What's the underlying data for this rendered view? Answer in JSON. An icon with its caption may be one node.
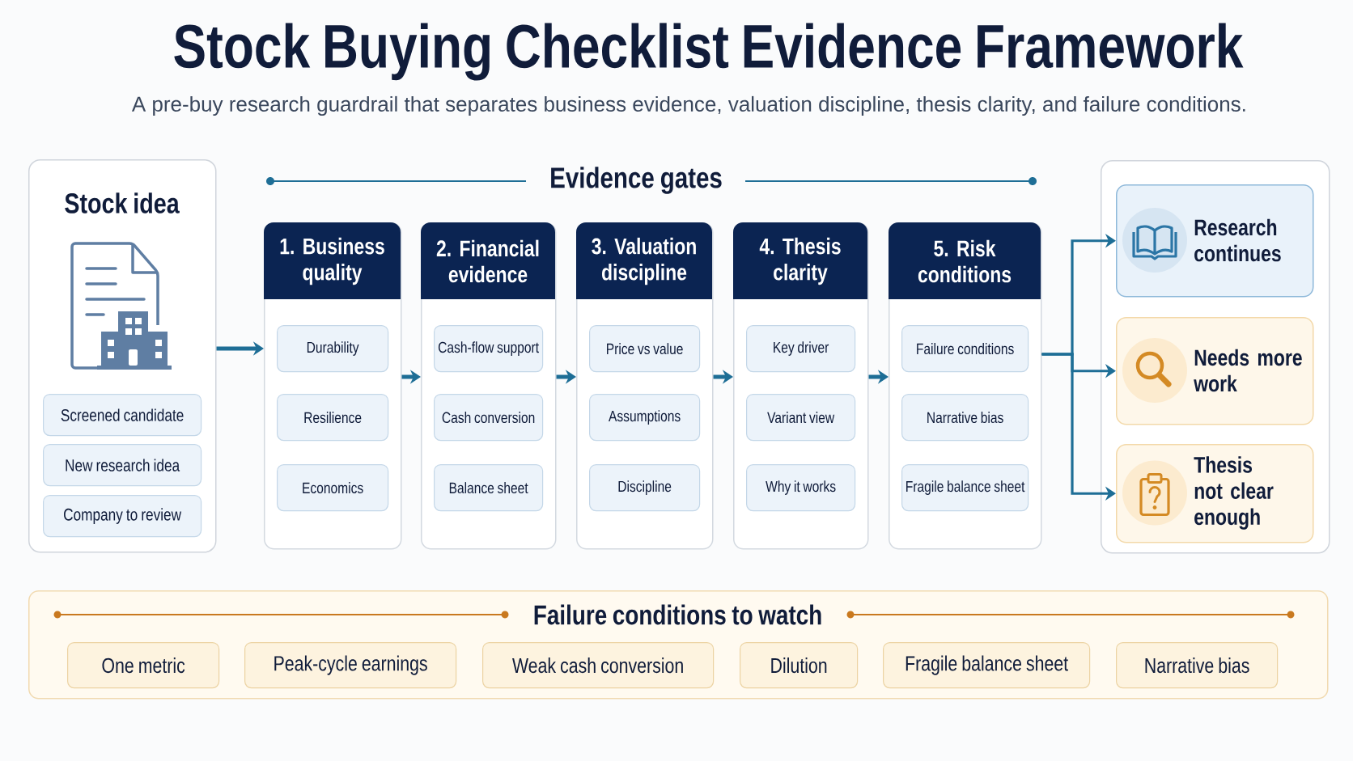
{
  "diagram": {
    "title": "Stock Buying Checklist Evidence Framework",
    "nodes": [
      {
        "text": [
          "Stock idea"
        ]
      },
      {
        "text": [
          "Screened candidate"
        ],
        "in": 0
      },
      {
        "text": [
          "New research idea"
        ],
        "in": 0
      },
      {
        "text": [
          "Company to review"
        ],
        "in": 0
      },
      {
        "text": [
          "1. Business quality"
        ]
      },
      {
        "text": [
          "Durability"
        ],
        "in": 4
      },
      {
        "text": [
          "Resilience"
        ],
        "in": 4
      },
      {
        "text": [
          "Economics"
        ],
        "in": 4
      },
      {
        "text": [
          "2. Financial evidence"
        ]
      },
      {
        "text": [
          "Cash-flow support"
        ],
        "in": 8
      },
      {
        "text": [
          "Cash conversion"
        ],
        "in": 8
      },
      {
        "text": [
          "Balance sheet"
        ],
        "in": 8
      },
      {
        "text": [
          "3. Valuation discipline"
        ]
      },
      {
        "text": [
          "Price vs value"
        ],
        "in": 12
      },
      {
        "text": [
          "Assumptions"
        ],
        "in": 12
      },
      {
        "text": [
          "Discipline"
        ],
        "in": 12
      },
      {
        "text": [
          "4. Thesis clarity"
        ]
      },
      {
        "text": [
          "Key driver"
        ],
        "in": 16
      },
      {
        "text": [
          "Variant view"
        ],
        "in": 16
      },
      {
        "text": [
          "Why it works"
        ],
        "in": 16
      },
      {
        "text": [
          "5. Risk conditions"
        ]
      },
      {
        "text": [
          "Failure conditions"
        ],
        "in": 20
      },
      {
        "text": [
          "Narrative bias"
        ],
        "in": 20
      },
      {
        "text": [
          "Fragile balance sheet"
        ],
        "in": 20
      },
      {
        "text": [],
        "shape": "box"
      },
      {
        "text": [
          "Research continues"
        ],
        "in": 24
      },
      {
        "text": [
          "Needs more work"
        ],
        "in": 24
      },
      {
        "text": [
          "Thesis not clear enough"
        ],
        "in": 24
      },
      {
        "text": [
          "Failure conditions to watch"
        ]
      },
      {
        "text": [
          "One metric"
        ],
        "in": 28
      },
      {
        "text": [
          "Peak-cycle earnings"
        ],
        "in": 28
      },
      {
        "text": [
          "Weak cash conversion"
        ],
        "in": 28
      },
      {
        "text": [
          "Dilution"
        ],
        "in": 28
      },
      {
        "text": [
          "Fragile balance sheet"
        ],
        "in": 28
      },
      {
        "text": [
          "Narrative bias"
        ],
        "in": 28
      }
    ],
    "edges": [
      {
        "from": 0,
        "to": 4,
        "arrow": "to"
      },
      {
        "from": 4,
        "to": 8,
        "arrow": "to"
      },
      {
        "from": 8,
        "to": 12,
        "arrow": "to"
      },
      {
        "from": 12,
        "to": 16,
        "arrow": "to"
      },
      {
        "from": 16,
        "to": 20,
        "arrow": "to"
      },
      {
        "from": 20,
        "to": 25,
        "arrow": "to"
      },
      {
        "from": 20,
        "to": 26,
        "arrow": "to"
      },
      {
        "from": 20,
        "to": 27,
        "arrow": "to"
      }
    ],
    "labels": [
      "A pre-buy research guardrail that separates business evidence, valuation discipline, thesis clarity, and failure conditions.",
      "Evidence gates"
    ]
  }
}
